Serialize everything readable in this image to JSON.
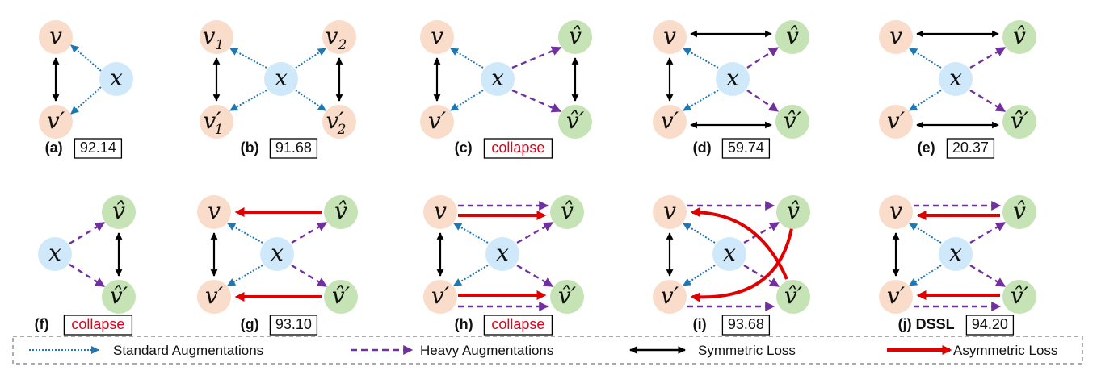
{
  "node_labels": {
    "v": "v",
    "v1": "v",
    "v2": "v",
    "x": "x",
    "vhat": "v̂",
    "vhatp": "v̂′",
    "prime": "′"
  },
  "panels": [
    {
      "id": "a",
      "label": "(a)",
      "score": "92.14",
      "collapse": false
    },
    {
      "id": "b",
      "label": "(b)",
      "score": "91.68",
      "collapse": false
    },
    {
      "id": "c",
      "label": "(c)",
      "score": "collapse",
      "collapse": true
    },
    {
      "id": "d",
      "label": "(d)",
      "score": "59.74",
      "collapse": false
    },
    {
      "id": "e",
      "label": "(e)",
      "score": "20.37",
      "collapse": false
    },
    {
      "id": "f",
      "label": "(f)",
      "score": "collapse",
      "collapse": true
    },
    {
      "id": "g",
      "label": "(g)",
      "score": "93.10",
      "collapse": false
    },
    {
      "id": "h",
      "label": "(h)",
      "score": "collapse",
      "collapse": true
    },
    {
      "id": "i",
      "label": "(i)",
      "score": "93.68",
      "collapse": false
    },
    {
      "id": "j",
      "label": "(j) DSSL",
      "score": "94.20",
      "collapse": false
    }
  ],
  "legend": {
    "standard": "Standard Augmentations",
    "heavy": "Heavy Augmentations",
    "symmetric": "Symmetric Loss",
    "asymmetric": "Asymmetric Loss"
  },
  "colors": {
    "orange_node": "#f9dcc9",
    "blue_node": "#cfe9fb",
    "green_node": "#c5e3b4",
    "standard_arrow": "#1f77b4",
    "heavy_arrow": "#7030a0",
    "symmetric_arrow": "#000000",
    "asymmetric_arrow": "#e00000",
    "collapse_text": "#e0001b"
  }
}
